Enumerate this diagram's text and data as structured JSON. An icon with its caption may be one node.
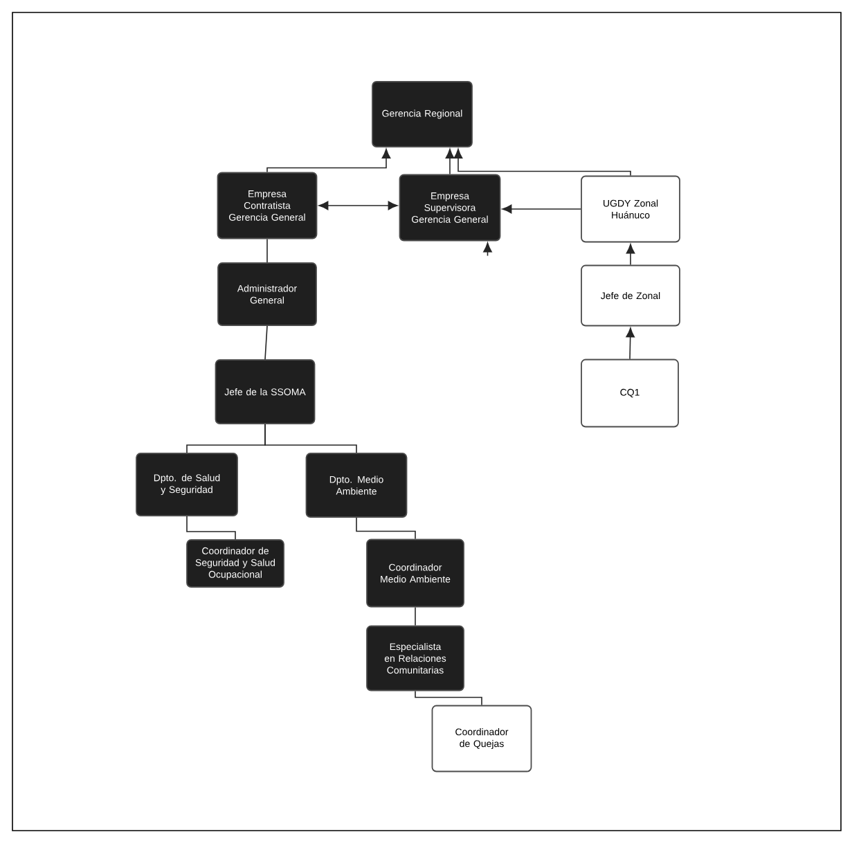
{
  "diagram": {
    "nodes": [
      {
        "text": [
          "Gerencia Regional"
        ]
      },
      {
        "text": [
          "Empresa Contratista Gerencia General"
        ]
      },
      {
        "text": [
          "Empresa Supervisora Gerencia General"
        ]
      },
      {
        "text": [
          "UGDY Zonal Huánuco"
        ]
      },
      {
        "text": [
          "Jefe de Zonal"
        ]
      },
      {
        "text": [
          "CQ1"
        ]
      },
      {
        "text": [
          "Administrador General"
        ]
      },
      {
        "text": [
          "Jefe de la SSOMA"
        ]
      },
      {
        "text": [
          "Dpto. de Salud y Seguridad"
        ]
      },
      {
        "text": [
          "Dpto. Medio Ambiente"
        ]
      },
      {
        "text": [
          "Coordinador de Seguridad y Salud Ocupacional"
        ]
      },
      {
        "text": [
          "Coordinador Medio Ambiente"
        ]
      },
      {
        "text": [
          "Especialista en Relaciones Comunitarias"
        ]
      },
      {
        "text": [
          "Coordinador de Quejas"
        ]
      }
    ],
    "edges": [
      {
        "from": 1,
        "to": 0,
        "arrow": "to"
      },
      {
        "from": 2,
        "to": 0,
        "arrow": "to"
      },
      {
        "from": 3,
        "to": 0,
        "arrow": "to"
      },
      {
        "from": 1,
        "to": 2,
        "arrow": "both"
      },
      {
        "from": 3,
        "to": 2,
        "arrow": "to"
      },
      {
        "from": null,
        "to": 2,
        "arrow": "to"
      },
      {
        "from": 4,
        "to": 3,
        "arrow": "to"
      },
      {
        "from": 5,
        "to": 4,
        "arrow": "to"
      },
      {
        "from": 1,
        "to": 6,
        "arrow": "none"
      },
      {
        "from": 6,
        "to": 7,
        "arrow": "none"
      },
      {
        "from": 7,
        "to": 8,
        "arrow": "none"
      },
      {
        "from": 7,
        "to": 9,
        "arrow": "none"
      },
      {
        "from": 8,
        "to": 10,
        "arrow": "none"
      },
      {
        "from": 9,
        "to": 11,
        "arrow": "none"
      },
      {
        "from": 11,
        "to": 12,
        "arrow": "none"
      },
      {
        "from": 12,
        "to": 13,
        "arrow": "none"
      }
    ]
  }
}
